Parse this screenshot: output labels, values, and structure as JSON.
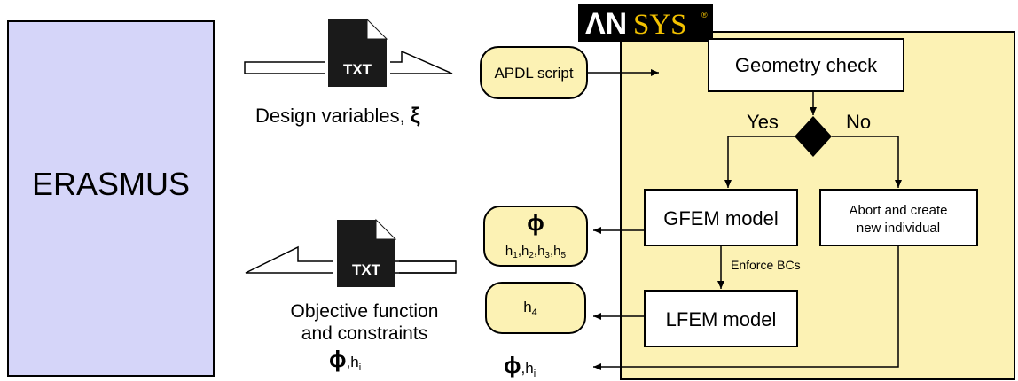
{
  "left_block": {
    "label": "ERASMUS"
  },
  "ansys_logo": {
    "text_a": "ΛN",
    "text_b": "SYS",
    "mark": "®"
  },
  "file_icons": {
    "label": "TXT"
  },
  "top_link": {
    "caption": "Design variables,",
    "symbol": "ξ"
  },
  "bottom_link": {
    "line1": "Objective function",
    "line2": "and constraints",
    "symbol": "ϕ",
    "sub": ",h",
    "sub_i": "i"
  },
  "inputs": {
    "apdl_label": "APDL script"
  },
  "outputs": {
    "phi": "ϕ",
    "gfem_outputs": [
      "h",
      "1",
      ",h",
      "2",
      ",h",
      "3",
      ",h",
      "5"
    ],
    "h4_main": "h",
    "h4_sub": "4",
    "bottom_symbol": "ϕ",
    "bottom_sub": ",h",
    "bottom_sub_i": "i"
  },
  "flow": {
    "geometry_check": "Geometry check",
    "yes_label": "Yes",
    "no_label": "No",
    "gfem_label": "GFEM model",
    "abort_line1": "Abort and create",
    "abort_line2": "new individual",
    "enforce_label": "Enforce BCs",
    "lfem_label": "LFEM model"
  },
  "colors": {
    "erasmus_fill": "#d5d5f9",
    "panel_fill": "#fcf2b4",
    "pill_fill": "#fcf2b4",
    "logo_bg": "#000000",
    "logo_accent": "#f2c100",
    "stroke": "#000000"
  },
  "icons": [
    "document-txt-icon",
    "decision-diamond-icon",
    "arrow-icon"
  ]
}
